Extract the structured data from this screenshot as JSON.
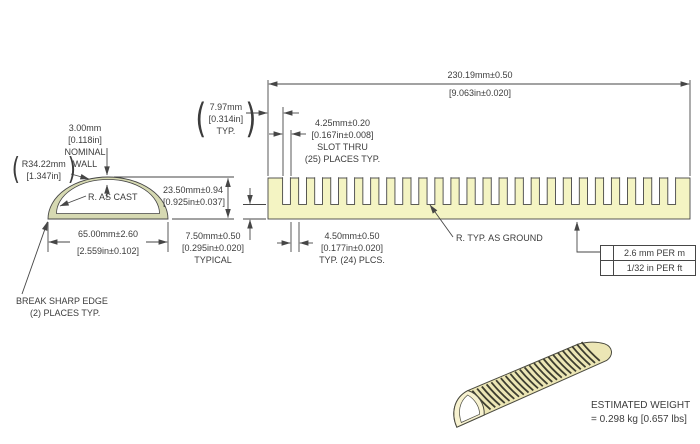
{
  "drawing": {
    "punct": {
      "open": "(",
      "close": ")"
    },
    "colors": {
      "section_fill": "#d6d9b2",
      "bar_fill": "#f4f4c3",
      "iso_body_fill": "#ece6b5",
      "iso_cap_fill": "#f7f2d0",
      "line": "#464646"
    },
    "cross_section": {
      "wall": {
        "l1": "3.00mm",
        "l2": "[0.118in]",
        "l3": "NOMINAL",
        "l4": "WALL"
      },
      "cast_radius": {
        "l1": "R34.22mm",
        "l2": "[1.347in]"
      },
      "r_as_cast": "R. AS CAST",
      "height": {
        "l1": "23.50mm±0.94",
        "l2": "[0.925in±0.037]"
      },
      "width": {
        "l1": "65.00mm±2.60",
        "l2": "[2.559in±0.102]"
      },
      "break_edge": {
        "l1": "BREAK SHARP EDGE",
        "l2": "(2) PLACES TYP."
      }
    },
    "side_view": {
      "slot_count": 25,
      "tooth_count": 24,
      "overall_length": {
        "l1": "230.19mm±0.50",
        "l2": "[9.063in±0.020]"
      },
      "end_margin": {
        "l1": "7.97mm",
        "l2": "[0.314in]",
        "l3": "TYP."
      },
      "slot": {
        "l1": "4.25mm±0.20",
        "l2": "[0.167in±0.008]",
        "l3": "SLOT THRU",
        "l4": "(25) PLACES TYP."
      },
      "web": {
        "l1": "7.50mm±0.50",
        "l2": "[0.295in±0.020]",
        "l3": "TYPICAL"
      },
      "tooth": {
        "l1": "4.50mm±0.50",
        "l2": "[0.177in±0.020]",
        "l3": "TYP. (24) PLCS."
      },
      "ground_radius": "R. TYP. AS GROUND",
      "straightness": {
        "metric": "2.6 mm PER m",
        "imperial": "1/32 in PER ft"
      }
    },
    "iso_view": {
      "weight": {
        "l1": "ESTIMATED WEIGHT",
        "l2": "= 0.298 kg [0.657 lbs]"
      }
    }
  }
}
